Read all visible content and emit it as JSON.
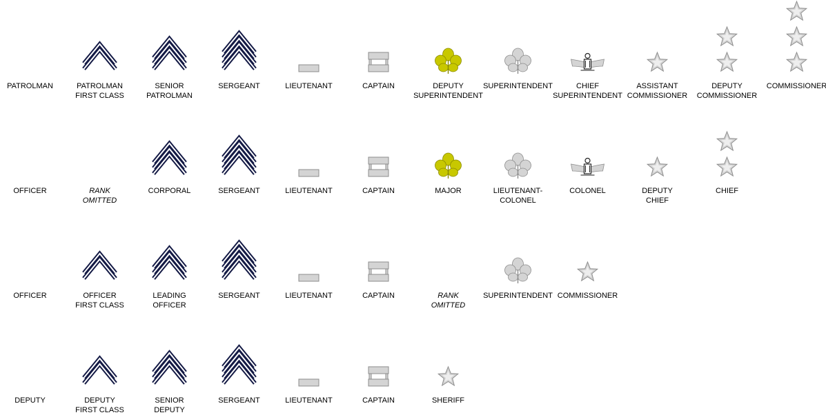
{
  "rows": [
    {
      "name": "row-1",
      "cells": [
        {
          "col": 0,
          "insignia": "none",
          "label": [
            "PATROLMAN"
          ]
        },
        {
          "col": 1,
          "insignia": "chevron-2",
          "label": [
            "PATROLMAN",
            "FIRST CLASS"
          ]
        },
        {
          "col": 2,
          "insignia": "chevron-3",
          "label": [
            "SENIOR",
            "PATROLMAN"
          ]
        },
        {
          "col": 3,
          "insignia": "chevron-4",
          "label": [
            "SERGEANT"
          ]
        },
        {
          "col": 4,
          "insignia": "single-bar",
          "label": [
            "LIEUTENANT"
          ]
        },
        {
          "col": 5,
          "insignia": "double-bar",
          "label": [
            "CAPTAIN"
          ]
        },
        {
          "col": 6,
          "insignia": "gold-leaf",
          "label": [
            "DEPUTY",
            "SUPERINTENDENT"
          ]
        },
        {
          "col": 7,
          "insignia": "silver-leaf",
          "label": [
            "SUPERINTENDENT"
          ]
        },
        {
          "col": 8,
          "insignia": "eagle",
          "label": [
            "CHIEF",
            "SUPERINTENDENT"
          ]
        },
        {
          "col": 9,
          "insignia": "star-1",
          "label": [
            "ASSISTANT",
            "COMMISSIONER"
          ]
        },
        {
          "col": 10,
          "insignia": "star-2",
          "label": [
            "DEPUTY",
            "COMMISSIONER"
          ]
        },
        {
          "col": 11,
          "insignia": "star-3",
          "label": [
            "COMMISSIONER"
          ]
        }
      ]
    },
    {
      "name": "row-2",
      "cells": [
        {
          "col": 0,
          "insignia": "none",
          "label": [
            "OFFICER"
          ]
        },
        {
          "col": 1,
          "insignia": "none",
          "label": [
            "RANK",
            "OMITTED"
          ],
          "italic": true
        },
        {
          "col": 2,
          "insignia": "chevron-3",
          "label": [
            "CORPORAL"
          ]
        },
        {
          "col": 3,
          "insignia": "chevron-4",
          "label": [
            "SERGEANT"
          ]
        },
        {
          "col": 4,
          "insignia": "single-bar",
          "label": [
            "LIEUTENANT"
          ]
        },
        {
          "col": 5,
          "insignia": "double-bar",
          "label": [
            "CAPTAIN"
          ]
        },
        {
          "col": 6,
          "insignia": "gold-leaf",
          "label": [
            "MAJOR"
          ]
        },
        {
          "col": 7,
          "insignia": "silver-leaf",
          "label": [
            "LIEUTENANT-",
            "COLONEL"
          ]
        },
        {
          "col": 8,
          "insignia": "eagle",
          "label": [
            "COLONEL"
          ]
        },
        {
          "col": 9,
          "insignia": "star-1",
          "label": [
            "DEPUTY",
            "CHIEF"
          ]
        },
        {
          "col": 10,
          "insignia": "star-2",
          "label": [
            "CHIEF"
          ]
        }
      ]
    },
    {
      "name": "row-3",
      "cells": [
        {
          "col": 0,
          "insignia": "none",
          "label": [
            "OFFICER"
          ]
        },
        {
          "col": 1,
          "insignia": "chevron-2",
          "label": [
            "OFFICER",
            "FIRST CLASS"
          ]
        },
        {
          "col": 2,
          "insignia": "chevron-3",
          "label": [
            "LEADING",
            "OFFICER"
          ]
        },
        {
          "col": 3,
          "insignia": "chevron-4",
          "label": [
            "SERGEANT"
          ]
        },
        {
          "col": 4,
          "insignia": "single-bar",
          "label": [
            "LIEUTENANT"
          ]
        },
        {
          "col": 5,
          "insignia": "double-bar",
          "label": [
            "CAPTAIN"
          ]
        },
        {
          "col": 6,
          "insignia": "none",
          "label": [
            "RANK",
            "OMITTED"
          ],
          "italic": true
        },
        {
          "col": 7,
          "insignia": "silver-leaf",
          "label": [
            "SUPERINTENDENT"
          ]
        },
        {
          "col": 8,
          "insignia": "star-1",
          "label": [
            "COMMISSIONER"
          ]
        }
      ]
    },
    {
      "name": "row-4",
      "cells": [
        {
          "col": 0,
          "insignia": "none",
          "label": [
            "DEPUTY"
          ]
        },
        {
          "col": 1,
          "insignia": "chevron-2",
          "label": [
            "DEPUTY",
            "FIRST CLASS"
          ]
        },
        {
          "col": 2,
          "insignia": "chevron-3",
          "label": [
            "SENIOR",
            "DEPUTY"
          ]
        },
        {
          "col": 3,
          "insignia": "chevron-4",
          "label": [
            "SERGEANT"
          ]
        },
        {
          "col": 4,
          "insignia": "single-bar",
          "label": [
            "LIEUTENANT"
          ]
        },
        {
          "col": 5,
          "insignia": "double-bar",
          "label": [
            "CAPTAIN"
          ]
        },
        {
          "col": 6,
          "insignia": "star-1",
          "label": [
            "SHERIFF"
          ]
        }
      ]
    }
  ],
  "colors": {
    "chevron": "#141a45",
    "silver": "#d4d4d4",
    "silver_stroke": "#8c8c8c",
    "gold": "#c8c800",
    "gold_stroke": "#8a8a00",
    "text": "#000000"
  }
}
